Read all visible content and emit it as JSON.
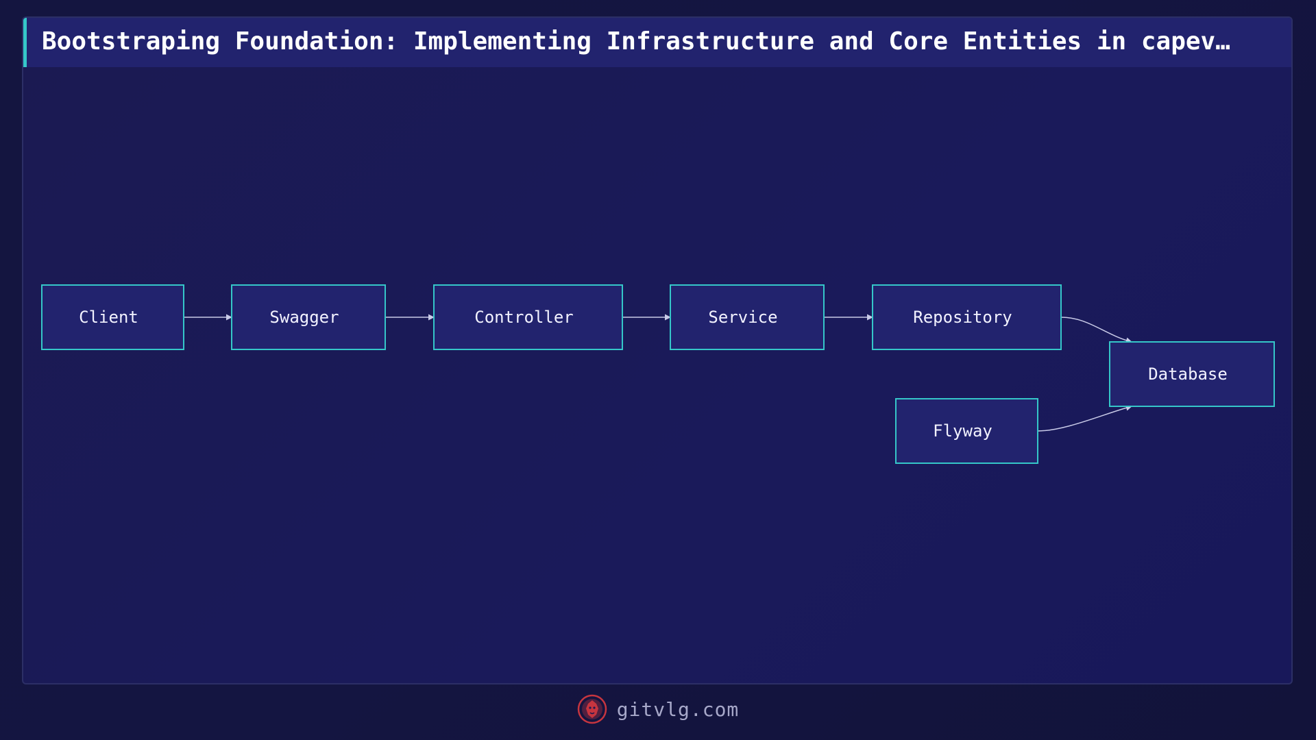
{
  "title": "Bootstraping Foundation: Implementing Infrastructure and Core Entities in capev…",
  "diagram": {
    "nodes": [
      {
        "id": "client",
        "label": "Client"
      },
      {
        "id": "swagger",
        "label": "Swagger"
      },
      {
        "id": "controller",
        "label": "Controller"
      },
      {
        "id": "service",
        "label": "Service"
      },
      {
        "id": "repository",
        "label": "Repository"
      },
      {
        "id": "database",
        "label": "Database"
      },
      {
        "id": "flyway",
        "label": "Flyway"
      }
    ],
    "edges": [
      {
        "from": "client",
        "to": "swagger"
      },
      {
        "from": "swagger",
        "to": "controller"
      },
      {
        "from": "controller",
        "to": "service"
      },
      {
        "from": "service",
        "to": "repository"
      },
      {
        "from": "repository",
        "to": "database"
      },
      {
        "from": "flyway",
        "to": "database"
      }
    ]
  },
  "footer": {
    "brand": "gitvlg.com",
    "icon": "lion-logo-icon"
  },
  "colors": {
    "node_fill": "#22236e",
    "node_border": "#35c7c9",
    "edge": "#c9cbe8",
    "accent": "#35c7c9",
    "logo": "#c7353f"
  }
}
